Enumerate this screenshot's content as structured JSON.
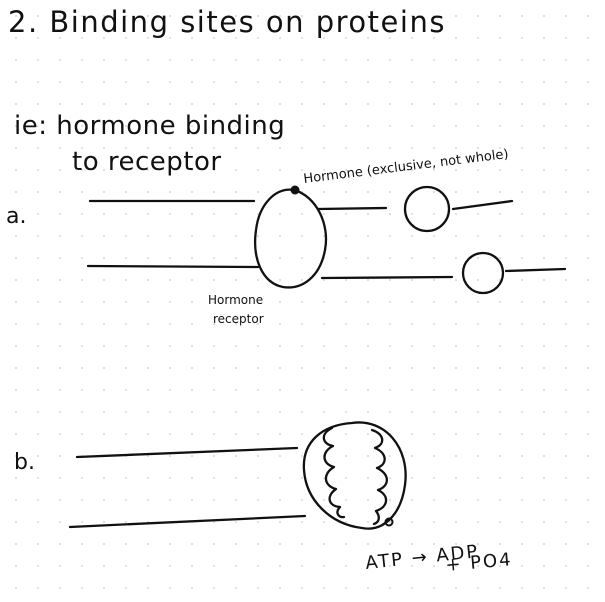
{
  "title": "2. Binding sites on proteins",
  "example": {
    "line1": "ie: hormone binding",
    "line2": "to receptor"
  },
  "part_a": {
    "label": "a.",
    "hormone_note": "Hormone (exclusive, not whole)",
    "receptor_label_line1": "Hormone",
    "receptor_label_line2": "receptor"
  },
  "part_b": {
    "label": "b.",
    "reaction_line1": "ATP → ADP",
    "reaction_line2": "+ PO4"
  }
}
